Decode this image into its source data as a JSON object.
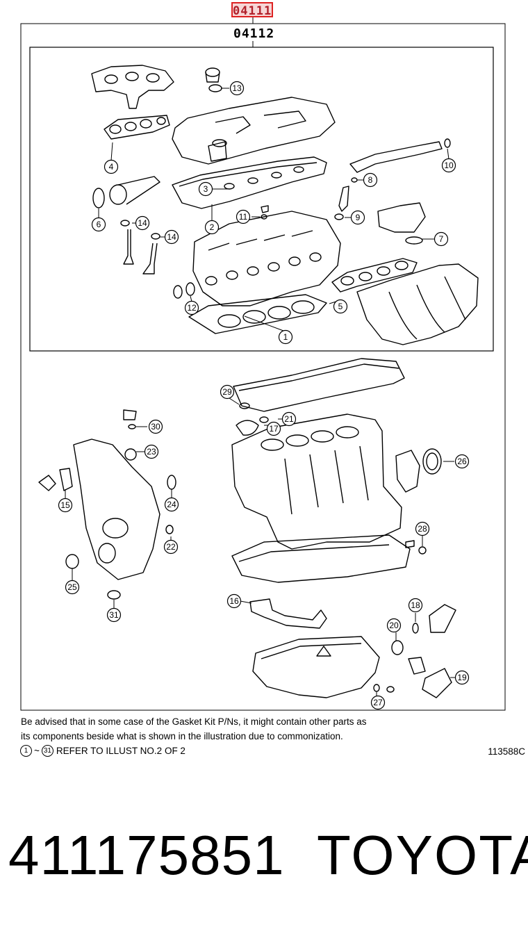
{
  "header": {
    "highlighted_code": "04111",
    "kit_code": "04112"
  },
  "callouts": [
    "1",
    "2",
    "3",
    "4",
    "5",
    "6",
    "7",
    "8",
    "9",
    "10",
    "11",
    "12",
    "13",
    "14",
    "14",
    "15",
    "16",
    "17",
    "18",
    "19",
    "20",
    "21",
    "22",
    "23",
    "24",
    "25",
    "26",
    "27",
    "28",
    "29",
    "30",
    "31"
  ],
  "footer": {
    "note_line1": "Be advised that in some case of the Gasket Kit P/Ns,  it might contain other parts as",
    "note_line2": "its components beside what is shown in the illustration due to commonization.",
    "refer_from": "1",
    "refer_tilde": "~",
    "refer_to": "31",
    "refer_text": "REFER TO ILLUST NO.2 OF 2",
    "illustration_id": "113588C"
  },
  "product": {
    "part_number": "411175851",
    "brand": "TOYOTA"
  }
}
